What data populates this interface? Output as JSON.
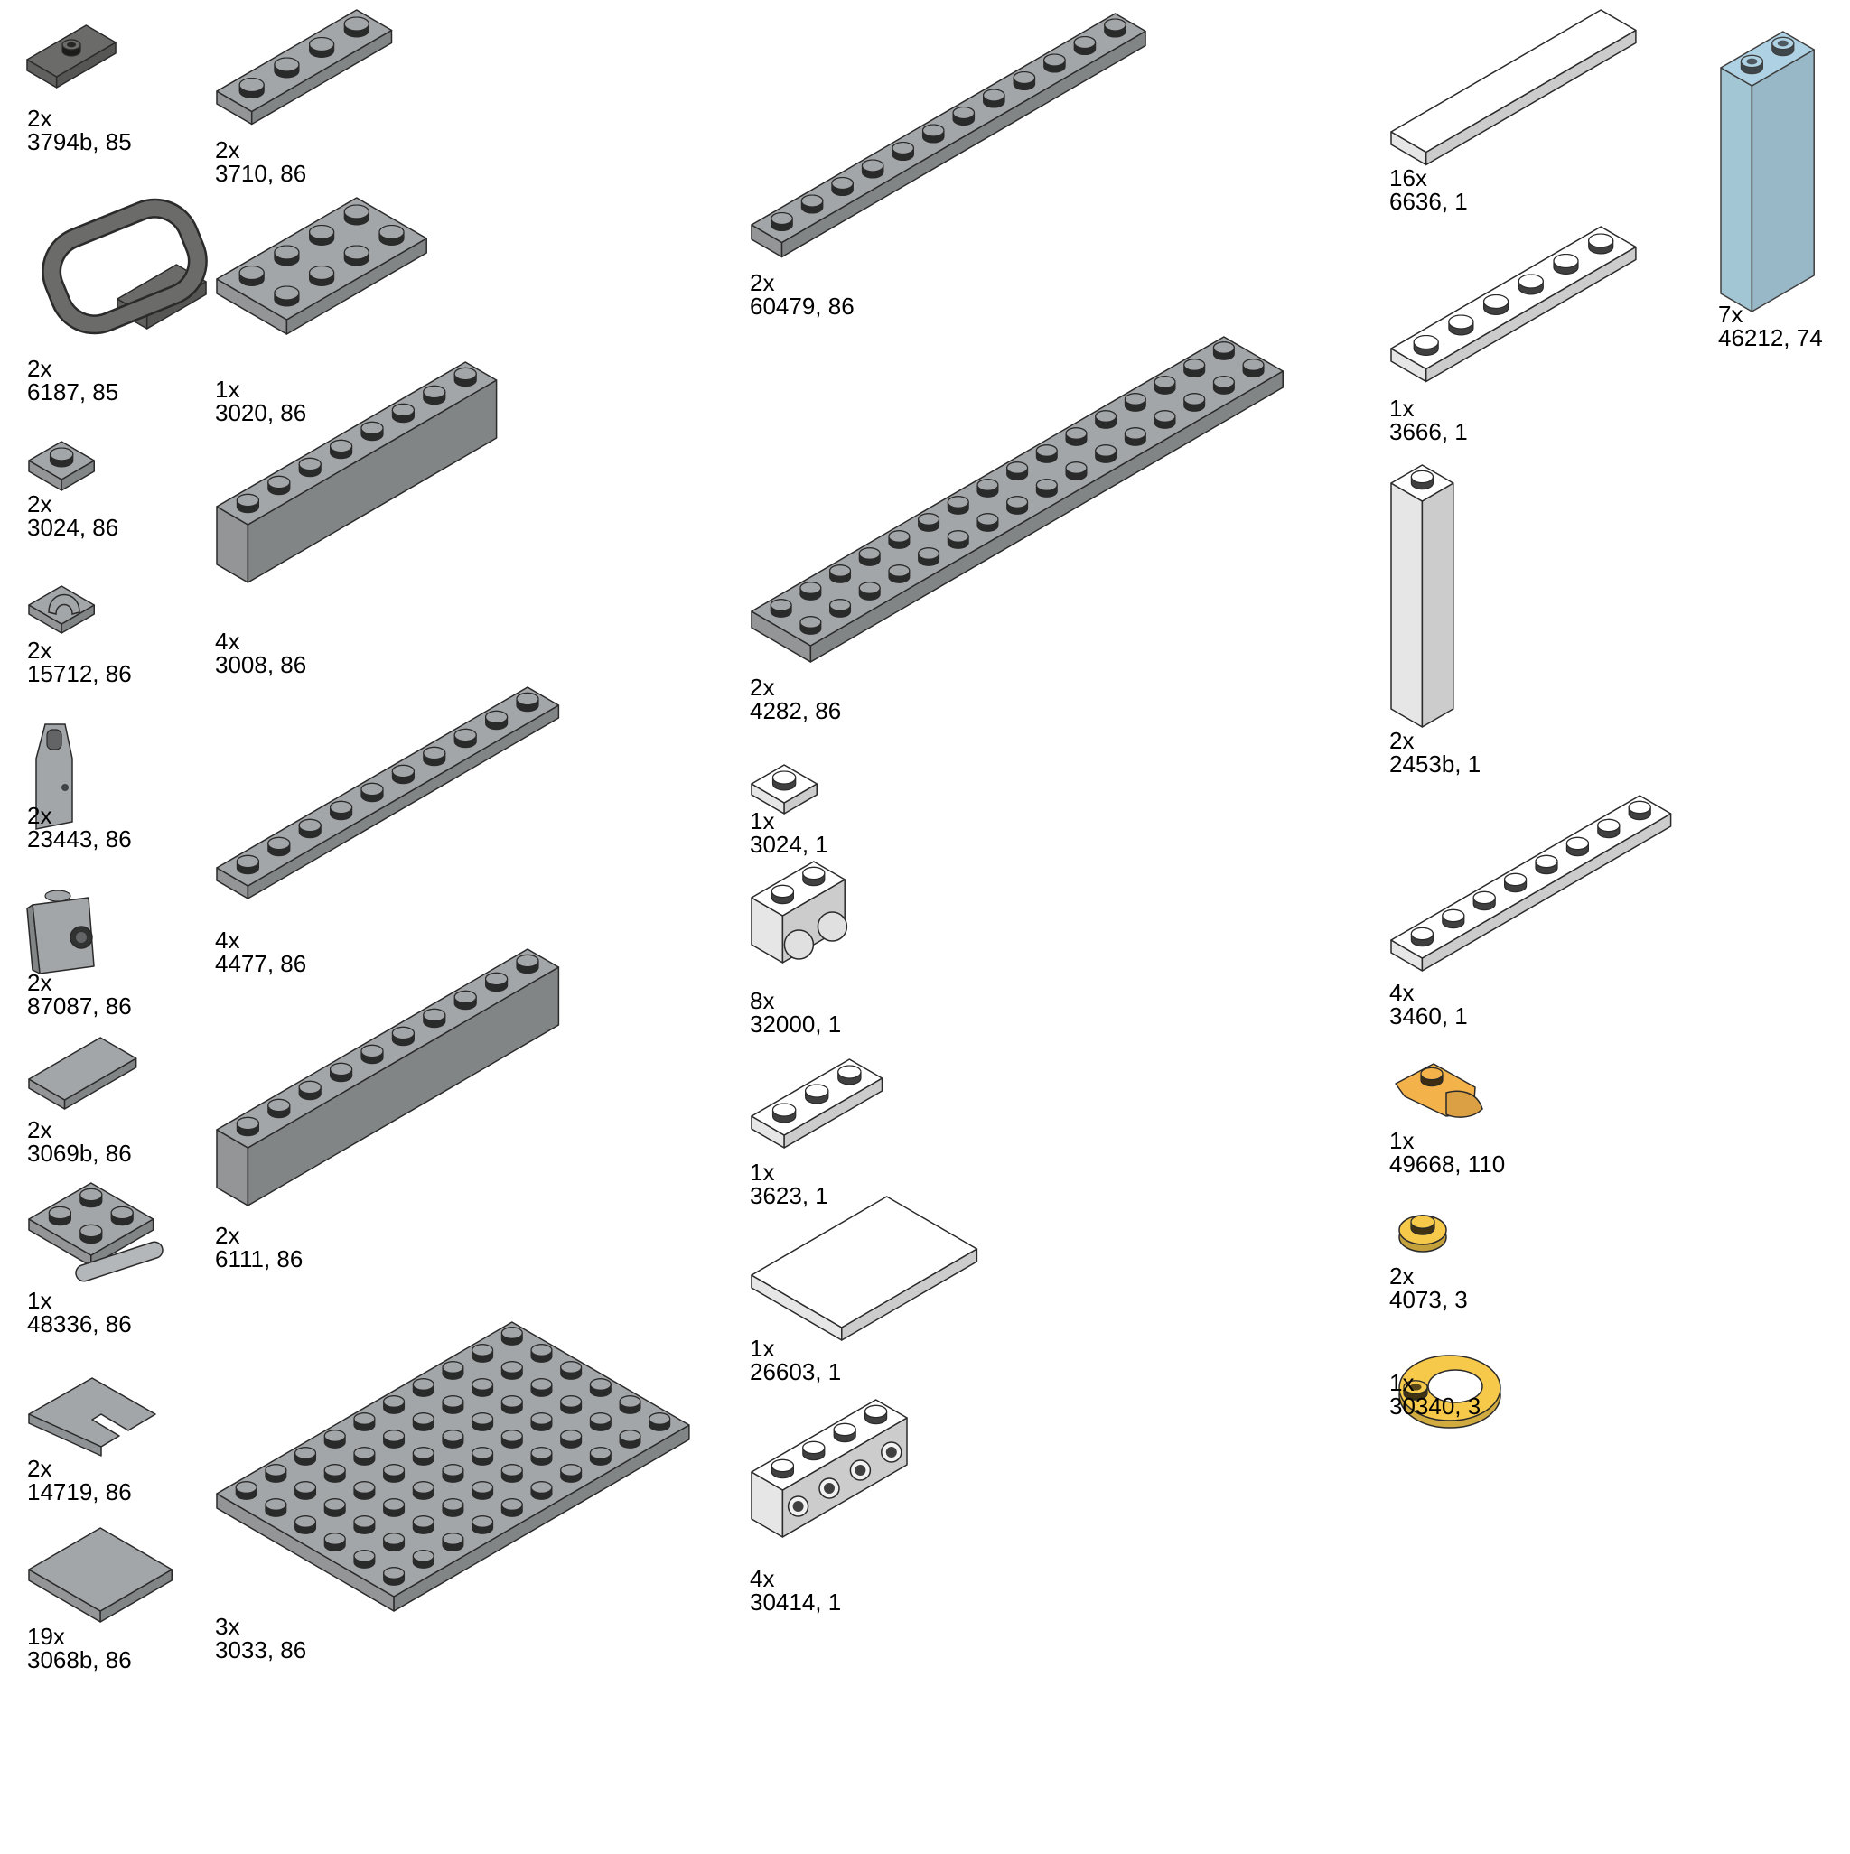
{
  "colors": {
    "dark_gray": "#6b6c69",
    "light_gray": "#a3a6a8",
    "white": "#ffffff",
    "trans_blue": "#a6cee0",
    "orange": "#f3b24a",
    "yellow": "#f6c94a",
    "outline": "#2a2a2a"
  },
  "parts": [
    {
      "qty": "2x",
      "ref": "3794b, 85",
      "shape": "jumper-plate",
      "color": "#6b6c69"
    },
    {
      "qty": "2x",
      "ref": "6187, 85",
      "shape": "handle-frame",
      "color": "#6b6c69"
    },
    {
      "qty": "2x",
      "ref": "3024, 86",
      "shape": "plate-1x1",
      "color": "#a3a6a8"
    },
    {
      "qty": "2x",
      "ref": "15712, 86",
      "shape": "clip-tile",
      "color": "#a3a6a8"
    },
    {
      "qty": "2x",
      "ref": "23443, 86",
      "shape": "bar-holder-clip",
      "color": "#a3a6a8"
    },
    {
      "qty": "2x",
      "ref": "87087, 86",
      "shape": "side-stud-brick",
      "color": "#a3a6a8"
    },
    {
      "qty": "2x",
      "ref": "3069b, 86",
      "shape": "tile-1x2",
      "color": "#a3a6a8"
    },
    {
      "qty": "1x",
      "ref": "48336, 86",
      "shape": "handle-plate",
      "color": "#a3a6a8"
    },
    {
      "qty": "2x",
      "ref": "14719, 86",
      "shape": "corner-tile",
      "color": "#a3a6a8"
    },
    {
      "qty": "19x",
      "ref": "3068b, 86",
      "shape": "tile-2x2",
      "color": "#a3a6a8"
    },
    {
      "qty": "2x",
      "ref": "3710, 86",
      "shape": "plate-1x4",
      "color": "#a3a6a8"
    },
    {
      "qty": "1x",
      "ref": "3020, 86",
      "shape": "plate-2x4",
      "color": "#a3a6a8"
    },
    {
      "qty": "4x",
      "ref": "3008, 86",
      "shape": "brick-1x8",
      "color": "#a3a6a8"
    },
    {
      "qty": "4x",
      "ref": "4477, 86",
      "shape": "plate-1x10",
      "color": "#a3a6a8"
    },
    {
      "qty": "2x",
      "ref": "6111, 86",
      "shape": "brick-1x10",
      "color": "#a3a6a8"
    },
    {
      "qty": "3x",
      "ref": "3033, 86",
      "shape": "plate-6x10",
      "color": "#a3a6a8"
    },
    {
      "qty": "2x",
      "ref": "60479, 86",
      "shape": "plate-1x12",
      "color": "#a3a6a8"
    },
    {
      "qty": "2x",
      "ref": "4282, 86",
      "shape": "plate-2x16",
      "color": "#a3a6a8"
    },
    {
      "qty": "1x",
      "ref": "3024, 1",
      "shape": "plate-1x1",
      "color": "#ffffff"
    },
    {
      "qty": "8x",
      "ref": "32000, 1",
      "shape": "technic-brick",
      "color": "#ffffff"
    },
    {
      "qty": "1x",
      "ref": "3623, 1",
      "shape": "plate-1x3",
      "color": "#ffffff"
    },
    {
      "qty": "1x",
      "ref": "26603, 1",
      "shape": "tile-2x3",
      "color": "#ffffff"
    },
    {
      "qty": "4x",
      "ref": "30414, 1",
      "shape": "brick-1x4-studs",
      "color": "#ffffff"
    },
    {
      "qty": "16x",
      "ref": "6636, 1",
      "shape": "tile-1x6",
      "color": "#ffffff"
    },
    {
      "qty": "1x",
      "ref": "3666, 1",
      "shape": "plate-1x6",
      "color": "#ffffff"
    },
    {
      "qty": "2x",
      "ref": "2453b, 1",
      "shape": "pillar-1x1x5",
      "color": "#ffffff"
    },
    {
      "qty": "4x",
      "ref": "3460, 1",
      "shape": "plate-1x8",
      "color": "#ffffff"
    },
    {
      "qty": "1x",
      "ref": "49668, 110",
      "shape": "tooth-plate",
      "color": "#f3b24a"
    },
    {
      "qty": "2x",
      "ref": "4073, 3",
      "shape": "round-plate",
      "color": "#f6c94a"
    },
    {
      "qty": "1x",
      "ref": "30340, 3",
      "shape": "lifering",
      "color": "#f6c94a"
    },
    {
      "qty": "7x",
      "ref": "46212, 74",
      "shape": "tall-brick",
      "color": "#a6cee0"
    }
  ]
}
